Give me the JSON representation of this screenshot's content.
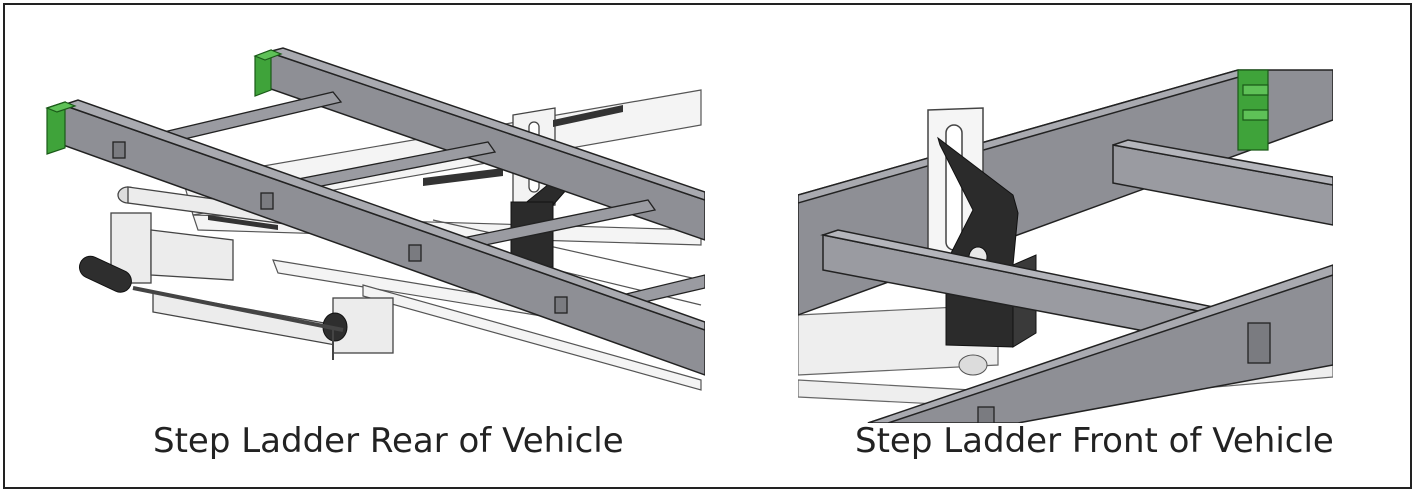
{
  "figure": {
    "left_caption": "Step Ladder Rear of Vehicle",
    "right_caption": "Step Ladder Front of Vehicle"
  },
  "colors": {
    "frame_border": "#222222",
    "ladder_gray": "#8e8f95",
    "ladder_gray_dark": "#6f7076",
    "ladder_gray_light": "#a9aab0",
    "end_cap_green": "#3fa33a",
    "bracket_black": "#2b2b2b",
    "roof_rack_white": "#f2f2f2",
    "line": "#333333"
  },
  "icons": [
    "ladder-rear-illustration",
    "ladder-front-illustration"
  ]
}
